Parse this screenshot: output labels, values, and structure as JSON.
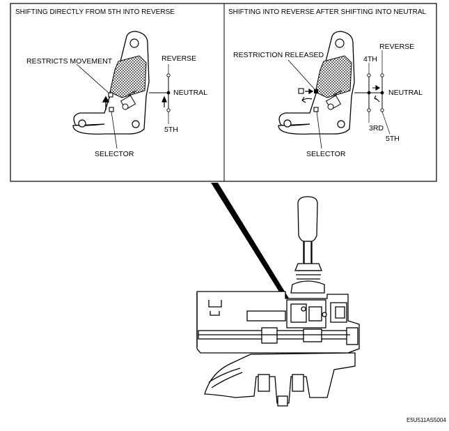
{
  "left_panel": {
    "title": "SHIFTING DIRECTLY FROM 5TH INTO REVERSE",
    "restricts_label": "RESTRICTS MOVEMENT",
    "selector_label": "SELECTOR",
    "gate": {
      "reverse": "REVERSE",
      "neutral": "NEUTRAL",
      "fifth": "5TH"
    }
  },
  "right_panel": {
    "title": "SHIFTING INTO REVERSE AFTER SHIFTING INTO NEUTRAL",
    "released_label": "RESTRICTION RELEASED",
    "selector_label": "SELECTOR",
    "gate": {
      "fourth": "4TH",
      "reverse": "REVERSE",
      "neutral": "NEUTRAL",
      "third": "3RD",
      "fifth": "5TH"
    }
  },
  "figure_code": "E5U511AS5004"
}
